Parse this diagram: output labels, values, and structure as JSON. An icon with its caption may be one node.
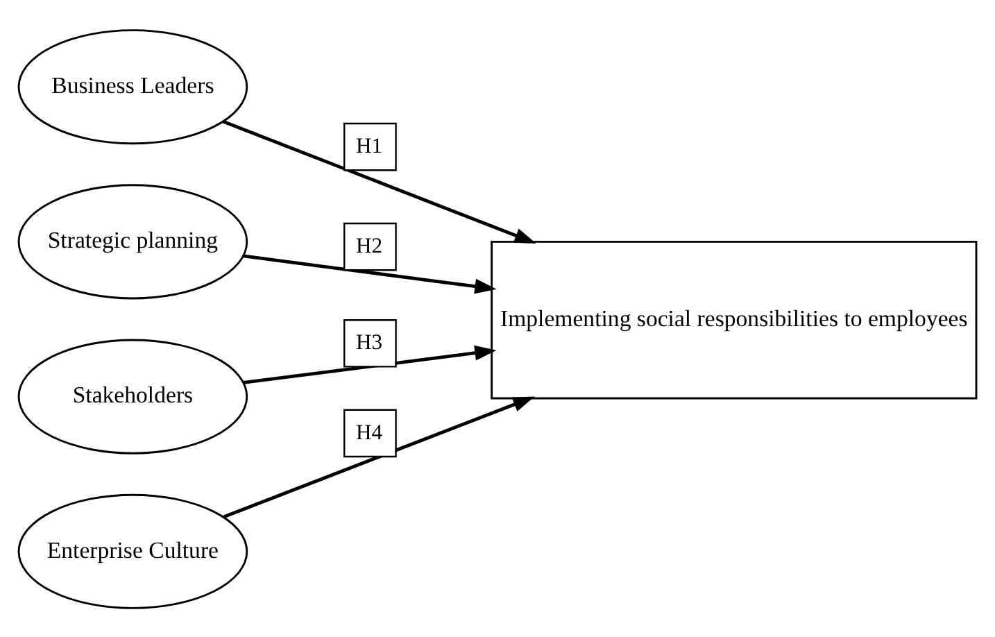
{
  "diagram": {
    "nodes": [
      {
        "text": [
          "Business Leaders"
        ]
      },
      {
        "text": [
          "Strategic planning"
        ]
      },
      {
        "text": [
          "Stakeholders"
        ]
      },
      {
        "text": [
          "Enterprise Culture"
        ]
      },
      {
        "text": [
          "Implementing social responsibilities to employees"
        ]
      }
    ],
    "edges": [
      {
        "from": 0,
        "to": 4,
        "arrow": "to",
        "label": "H1"
      },
      {
        "from": 1,
        "to": 4,
        "arrow": "to",
        "label": "H2"
      },
      {
        "from": 2,
        "to": 4,
        "arrow": "to",
        "label": "H3"
      },
      {
        "from": 3,
        "to": 4,
        "arrow": "to",
        "label": "H4"
      }
    ]
  }
}
